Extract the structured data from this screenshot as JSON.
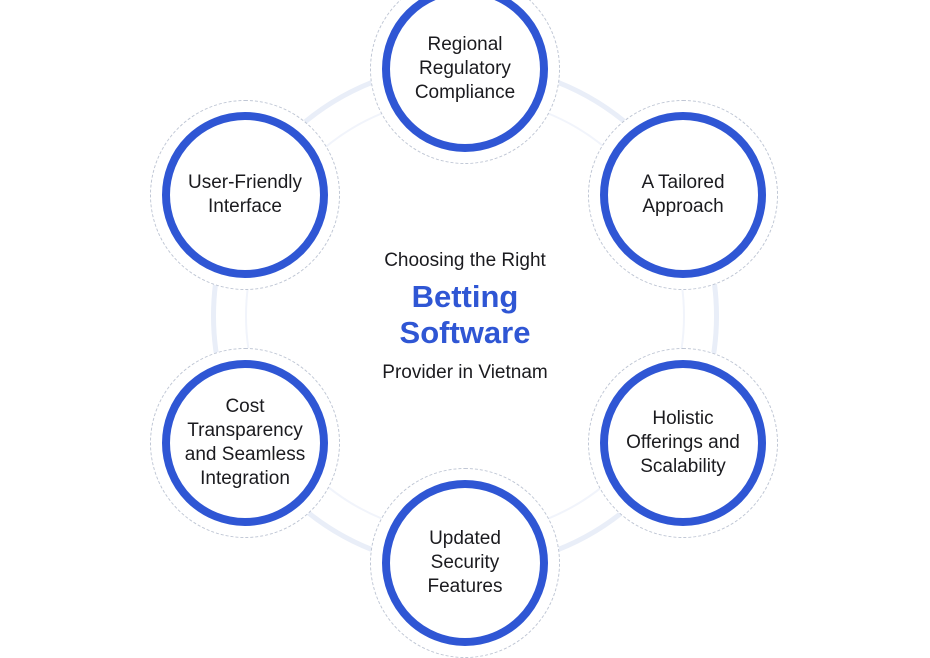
{
  "center": {
    "line1": "Choosing the Right",
    "highlight_line1": "Betting",
    "highlight_line2": "Software",
    "line3": "Provider in Vietnam"
  },
  "nodes": [
    {
      "label": "Regional\nRegulatory\nCompliance"
    },
    {
      "label": "A Tailored\nApproach"
    },
    {
      "label": "Holistic\nOfferings and\nScalability"
    },
    {
      "label": "Updated\nSecurity\nFeatures"
    },
    {
      "label": "Cost\nTransparency\nand Seamless\nIntegration"
    },
    {
      "label": "User-Friendly\nInterface"
    }
  ],
  "colors": {
    "accent": "#2f56d4",
    "text": "#1b1b1f",
    "ring": "#e9eef8"
  }
}
